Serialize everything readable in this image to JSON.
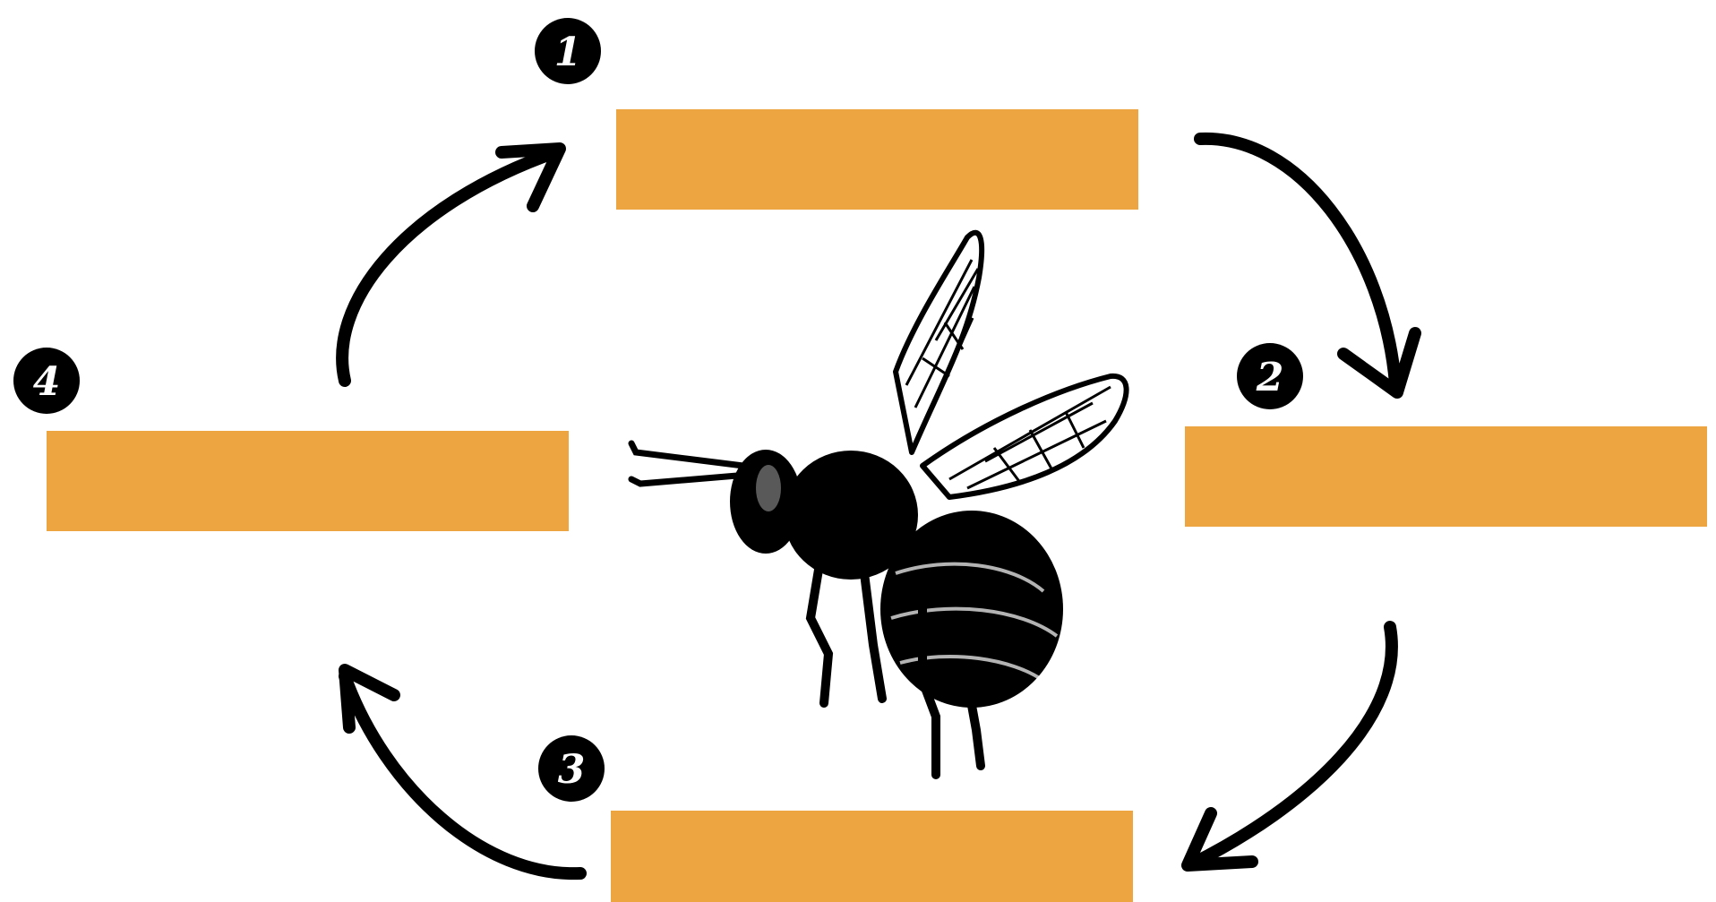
{
  "diagram": {
    "type": "cycle",
    "steps": [
      {
        "number": "1",
        "label": ""
      },
      {
        "number": "2",
        "label": ""
      },
      {
        "number": "3",
        "label": ""
      },
      {
        "number": "4",
        "label": ""
      }
    ],
    "center_illustration": "bee-illustration",
    "colors": {
      "box_fill": "#EDA541",
      "badge_fill": "#000000",
      "badge_text": "#FFFFFF",
      "arrow": "#000000",
      "background": "#FFFFFF"
    }
  }
}
